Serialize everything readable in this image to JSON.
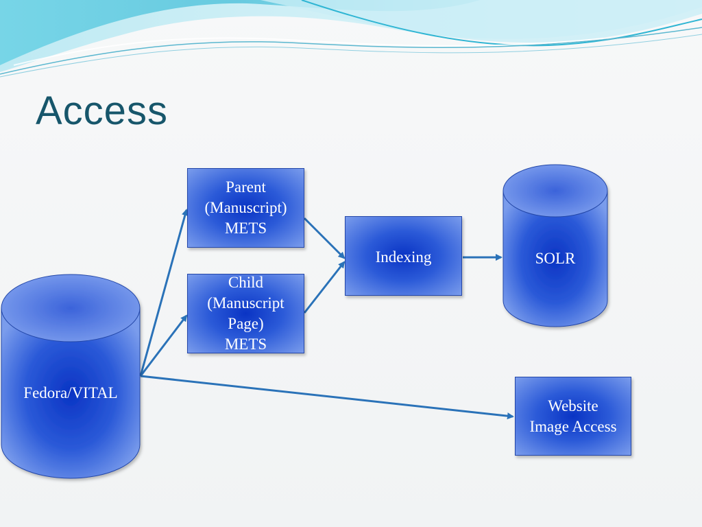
{
  "slide": {
    "title": "Access"
  },
  "nodes": {
    "fedora": "Fedora/VITAL",
    "parent_mets": "Parent\n(Manuscript)\nMETS",
    "child_mets": "Child\n(Manuscript\nPage)\nMETS",
    "indexing": "Indexing",
    "solr": "SOLR",
    "website": "Website\nImage Access"
  },
  "colors": {
    "title": "#17566b",
    "node_fill": "#1f4fd0",
    "node_border": "#2346a8",
    "arrow": "#2a72b8",
    "wave_accent": "#3fc7df"
  }
}
